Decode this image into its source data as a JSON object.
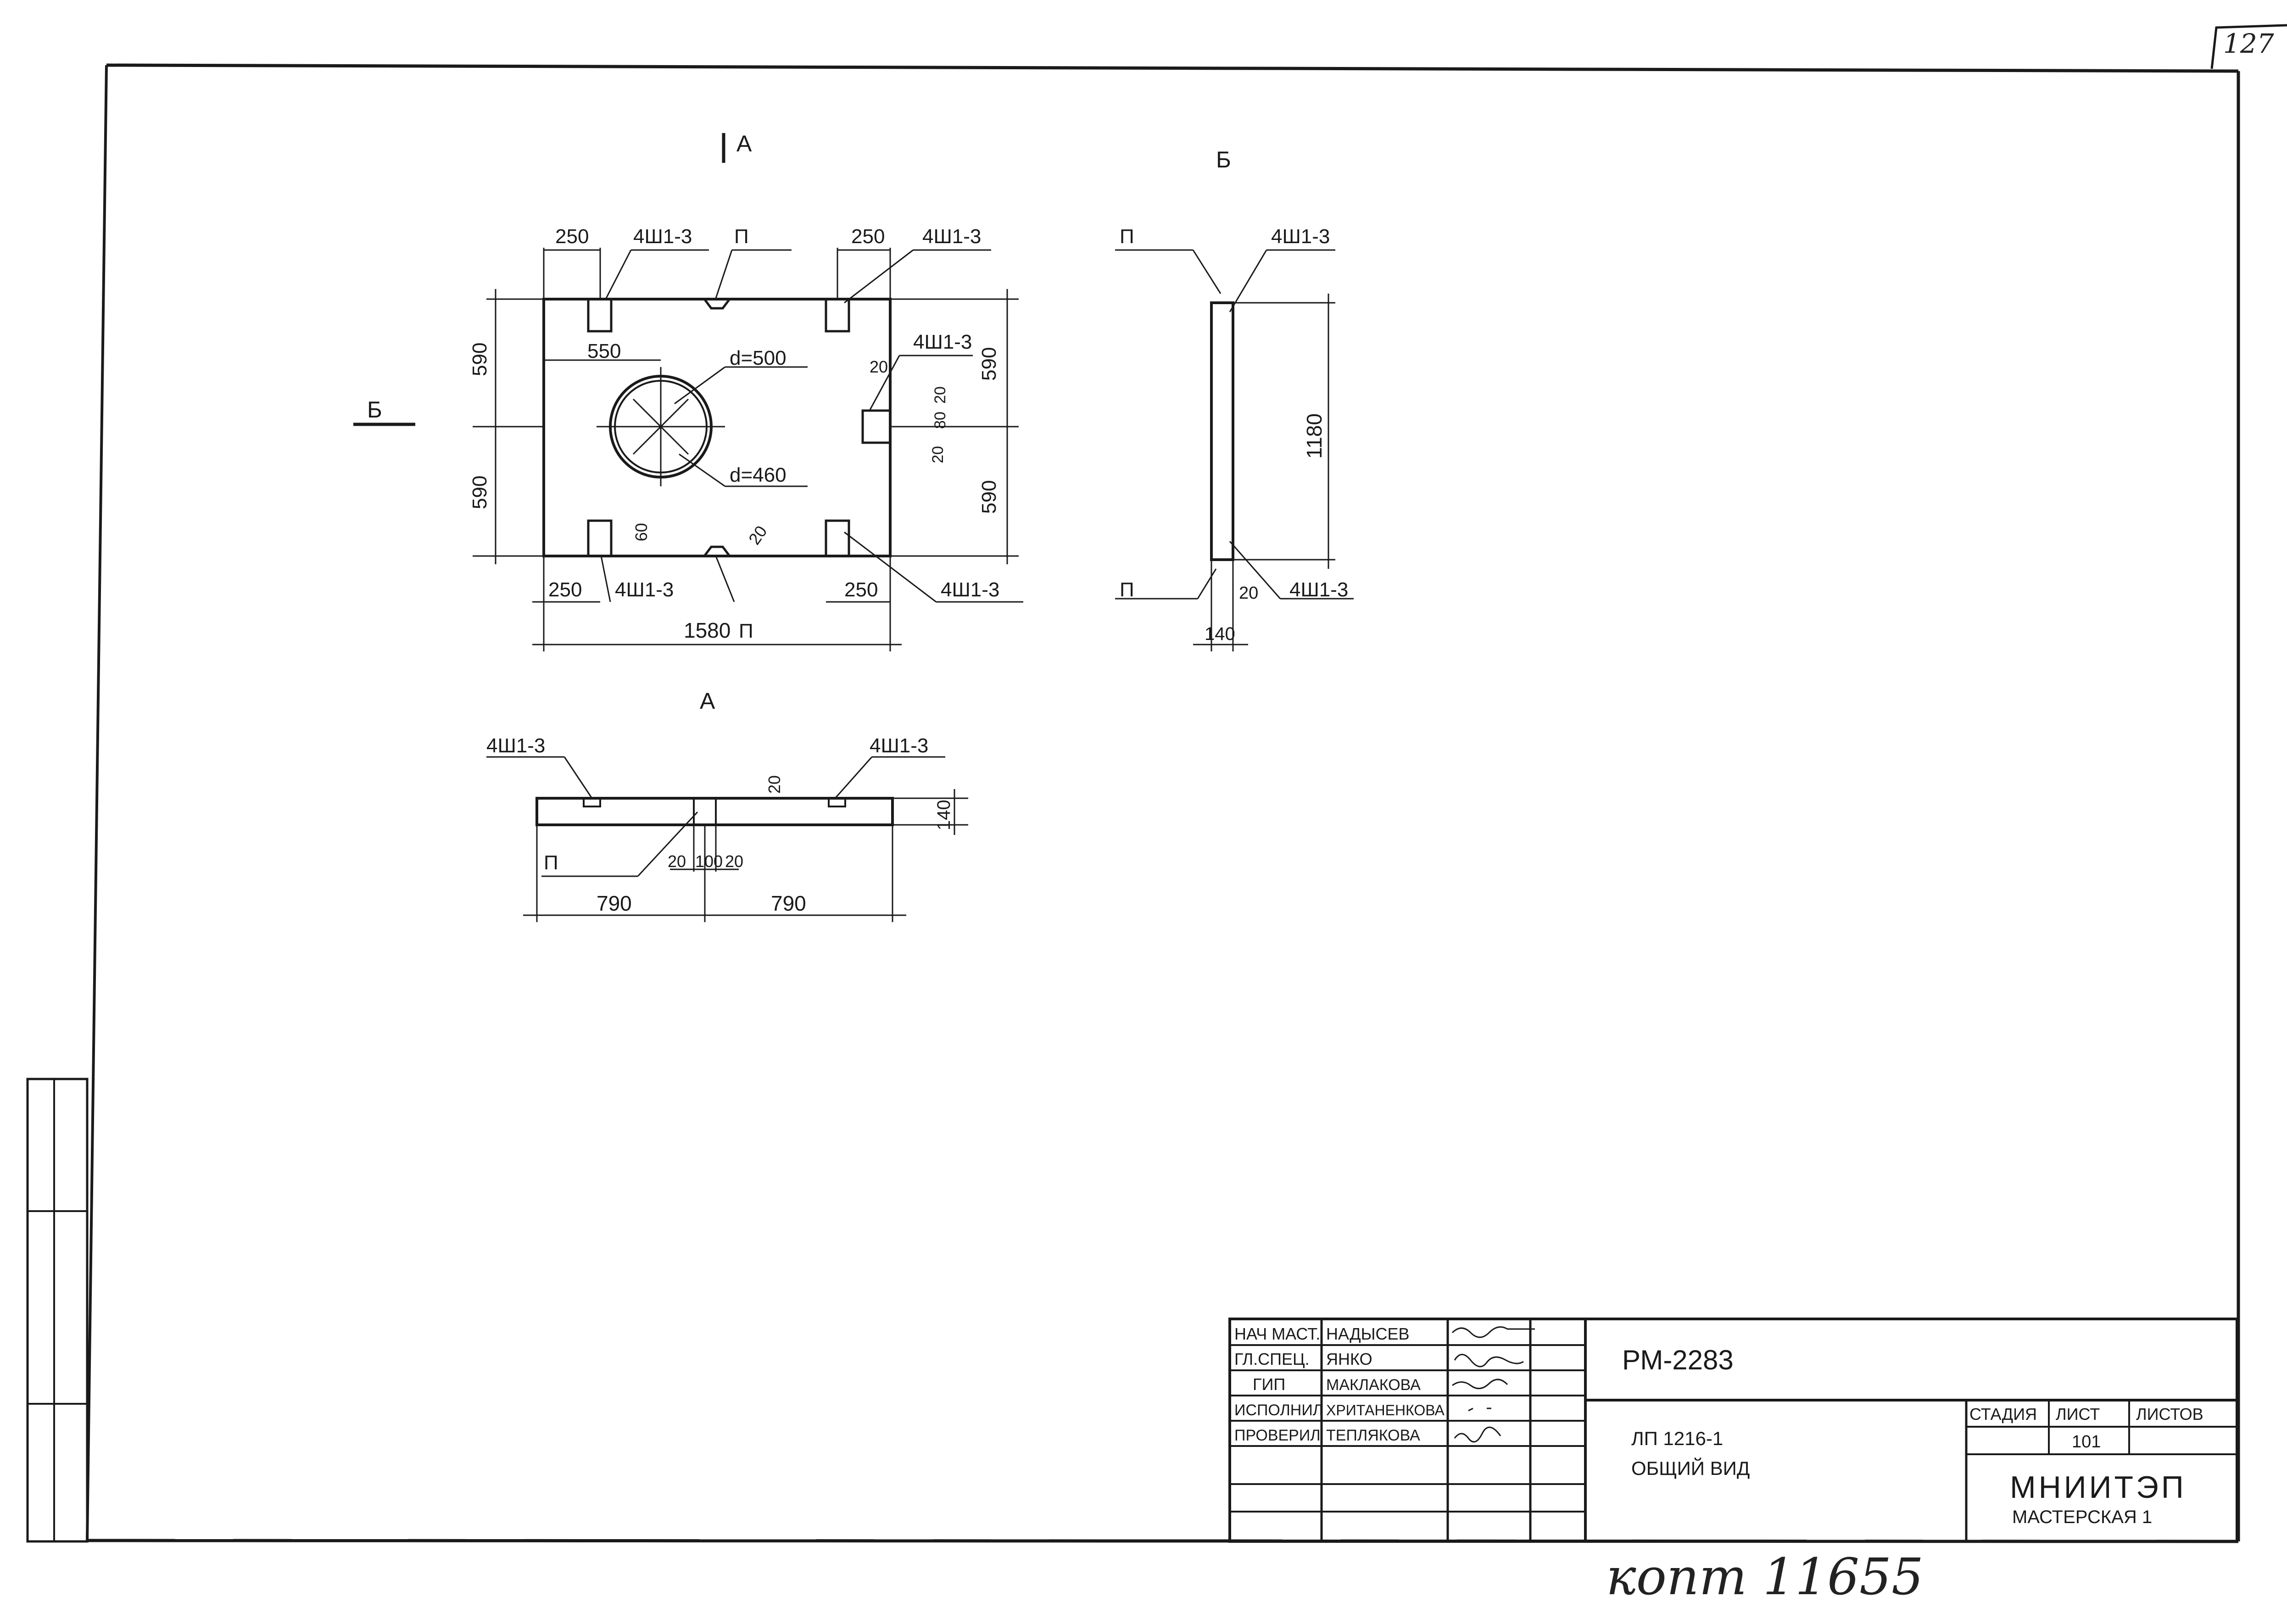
{
  "corner_mark": "127",
  "views": {
    "section_a_mark": "А",
    "section_b_mark": "Б",
    "view_b_title": "Б",
    "view_a_title": "А"
  },
  "plan": {
    "dims": {
      "left_top_250": "250",
      "right_top_250": "250",
      "left_bottom_250": "250",
      "right_bottom_250": "250",
      "overall_1580": "1580",
      "left_590_top": "590",
      "left_590_bottom": "590",
      "right_590_top": "590",
      "right_590_bottom": "590",
      "hole_offset_550": "550",
      "d_outer": "d=500",
      "d_inner": "d=460",
      "slot_20a": "20",
      "slot_80": "80",
      "slot_20b": "20",
      "slot_20c": "20",
      "bottom_60": "60",
      "bottom_20": "20"
    },
    "labels": {
      "tl_insert": "4Ш1-3",
      "tr_insert": "4Ш1-3",
      "r_insert": "4Ш1-3",
      "bl_insert": "4Ш1-3",
      "br_insert": "4Ш1-3",
      "top_p": "П",
      "bottom_p": "П"
    }
  },
  "side_view": {
    "p_top": "П",
    "insert_top": "4Ш1-3",
    "height_1180": "1180",
    "p_bottom": "П",
    "dim_20": "20",
    "insert_bottom": "4Ш1-3",
    "thick_140": "140"
  },
  "section_a": {
    "insert_left": "4Ш1-3",
    "insert_right": "4Ш1-3",
    "dim_20_top": "20",
    "dim_140": "140",
    "p_label": "П",
    "dim_20_left": "20",
    "dim_100": "100",
    "dim_20_right": "20",
    "dim_790_left": "790",
    "dim_790_right": "790"
  },
  "title_block": {
    "roles": [
      "НАЧ МАСТ.",
      "ГЛ.СПЕЦ.",
      "ГИП",
      "ИСПОЛНИЛ",
      "ПРОВЕРИЛ"
    ],
    "names": [
      "НАДЫСЕВ",
      "ЯНКО",
      "МАКЛАКОВА",
      "ХРИТАНЕНКОВА",
      "ТЕПЛЯКОВА"
    ],
    "doc_code": "РМ-2283",
    "item_code": "ЛП 1216-1",
    "item_title": "ОБЩИЙ ВИД",
    "stage_header": "СТАДИЯ",
    "sheet_header": "ЛИСТ",
    "sheets_header": "ЛИСТОВ",
    "sheet_value": "101",
    "org_name": "МНИИТЭП",
    "org_unit": "МАСТЕРСКАЯ 1"
  },
  "footer_handwritten": "копт 11655"
}
